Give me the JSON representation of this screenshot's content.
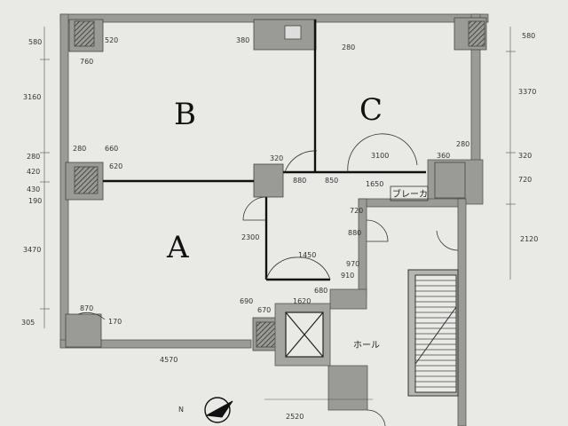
{
  "rooms": {
    "a": "A",
    "b": "B",
    "c": "C"
  },
  "hall_label": "ホール",
  "bracket_label": "ブレーカ",
  "left_dims": [
    "580",
    "3160",
    "280",
    "420",
    "430",
    "190",
    "3470",
    "305"
  ],
  "right_dims": [
    "580",
    "3370",
    "320",
    "720",
    "2120"
  ],
  "bottom_dims": [
    "4570",
    "2520"
  ],
  "pillar_dims": [
    "520",
    "760",
    "380",
    "280",
    "280",
    "660",
    "620",
    "320",
    "880",
    "850",
    "280",
    "360",
    "870",
    "170",
    "690",
    "670",
    "1620",
    "680",
    "910"
  ],
  "wall_dims": [
    "3100",
    "1650",
    "2300",
    "1450",
    "880",
    "970",
    "720"
  ],
  "colors": {
    "paper": "#e9e9e6",
    "wall": "#8a8a86",
    "ink": "#111111",
    "thin": "#555555"
  }
}
